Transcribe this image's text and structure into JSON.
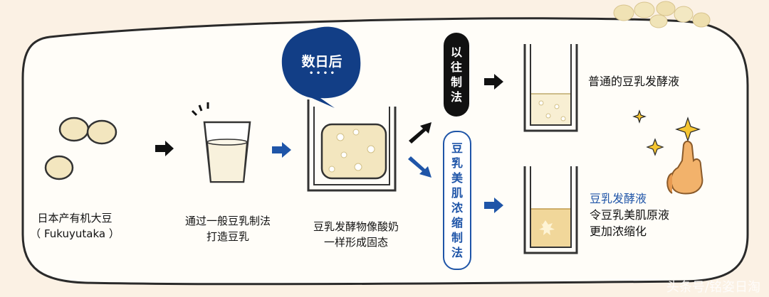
{
  "steps": [
    {
      "line1": "日本产有机大豆",
      "line2": "（ Fukuyutaka ）"
    },
    {
      "line1": "通过一般豆乳制法",
      "line2": "打造豆乳"
    },
    {
      "line1": "豆乳发酵物像酸奶",
      "line2": "一样形成固态"
    }
  ],
  "bubble": {
    "text": "数日后",
    "dots": "• • • •"
  },
  "conventional": {
    "tab": [
      "以",
      "往",
      "制",
      "法"
    ],
    "result": "普通的豆乳发酵液"
  },
  "concentrated": {
    "tab": [
      "豆",
      "乳",
      "美",
      "肌",
      "浓",
      "缩",
      "制",
      "法"
    ],
    "result_title": "豆乳发酵液",
    "result_line2": "令豆乳美肌原液",
    "result_line3": "更加浓缩化"
  },
  "watermark": "头条号/铭姿日淘",
  "colors": {
    "frame": "#2a2a2a",
    "blue": "#1f55a8",
    "navy": "#123e86",
    "beige": "#f3e6bf",
    "gold": "#f5c531"
  }
}
